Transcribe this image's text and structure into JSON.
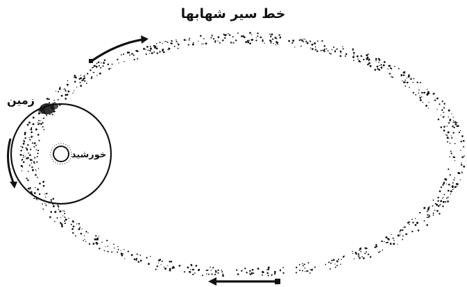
{
  "diagram": {
    "labels": {
      "orbit_label": "خط سیر شهابها",
      "earth_label": "زمین",
      "sun_label": "خورشید"
    },
    "colors": {
      "ink": "#111111",
      "background": "#ffffff"
    }
  }
}
